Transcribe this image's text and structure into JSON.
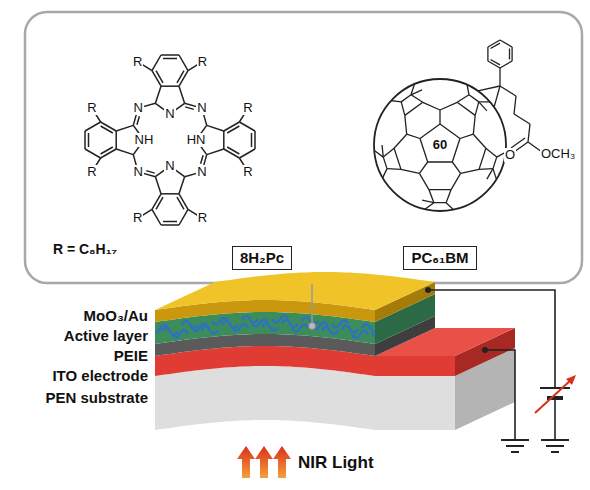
{
  "diagram": {
    "nodes": [
      {
        "text": [
          "8H₂Pc"
        ]
      },
      {
        "text": [
          "PC₆₁BM"
        ]
      }
    ],
    "labels": [
      "R",
      "R",
      "R",
      "R",
      "R",
      "R",
      "R",
      "R",
      "N",
      "N",
      "N",
      "N",
      "N",
      "HN",
      "N",
      "NH",
      "R = C₈H₁₇",
      "60",
      "O",
      "OCH₃",
      "MoO₃/Au",
      "Active layer",
      "PEIE",
      "ITO electrode",
      "PEN substrate",
      "NIR Light"
    ]
  }
}
